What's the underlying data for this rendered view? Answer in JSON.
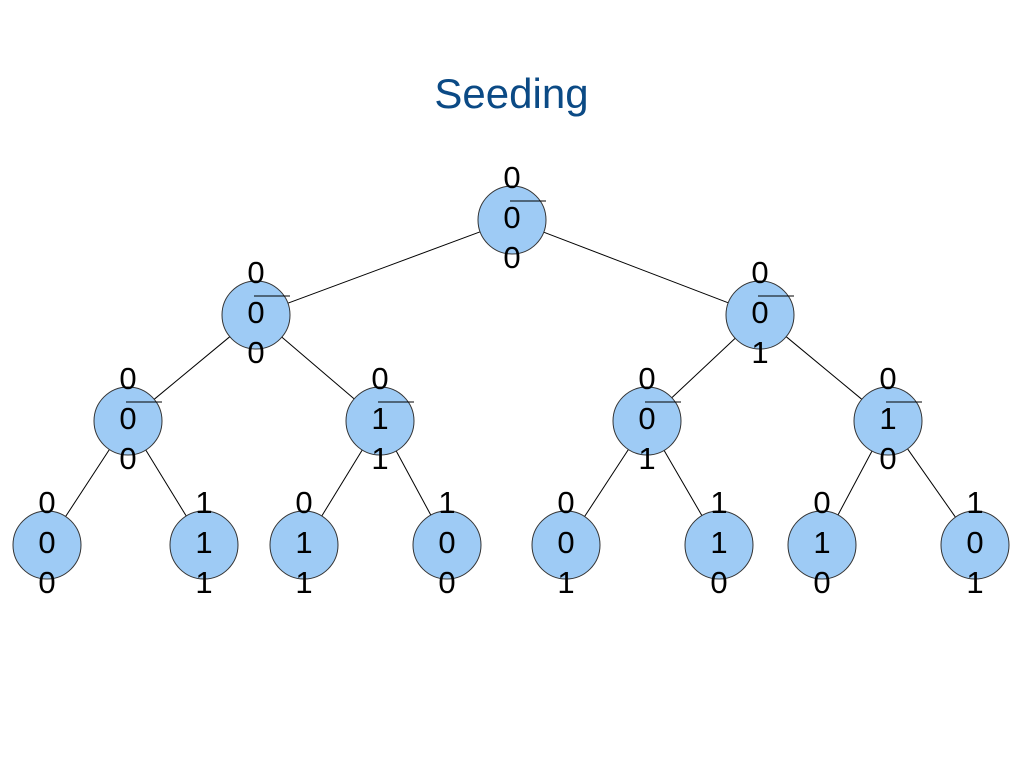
{
  "title": "Seeding",
  "colors": {
    "title": "#0b4a85",
    "node_fill": "#9ecbf5",
    "node_stroke": "#333333",
    "edge": "#000000"
  },
  "tree": {
    "nodes": [
      {
        "id": "root",
        "digits": [
          "0",
          "0",
          "0"
        ],
        "overbar": true
      },
      {
        "id": "l1-left",
        "digits": [
          "0",
          "0",
          "0"
        ],
        "overbar": true
      },
      {
        "id": "l1-right",
        "digits": [
          "0",
          "0",
          "1"
        ],
        "overbar": true
      },
      {
        "id": "l2-1",
        "digits": [
          "0",
          "0",
          "0"
        ],
        "overbar": true
      },
      {
        "id": "l2-2",
        "digits": [
          "0",
          "1",
          "1"
        ],
        "overbar": true
      },
      {
        "id": "l2-3",
        "digits": [
          "0",
          "0",
          "1"
        ],
        "overbar": true
      },
      {
        "id": "l2-4",
        "digits": [
          "0",
          "1",
          "0"
        ],
        "overbar": true
      },
      {
        "id": "l3-1",
        "digits": [
          "0",
          "0",
          "0"
        ],
        "overbar": false
      },
      {
        "id": "l3-2",
        "digits": [
          "1",
          "1",
          "1"
        ],
        "overbar": false
      },
      {
        "id": "l3-3",
        "digits": [
          "0",
          "1",
          "1"
        ],
        "overbar": false
      },
      {
        "id": "l3-4",
        "digits": [
          "1",
          "0",
          "0"
        ],
        "overbar": false
      },
      {
        "id": "l3-5",
        "digits": [
          "0",
          "0",
          "1"
        ],
        "overbar": false
      },
      {
        "id": "l3-6",
        "digits": [
          "1",
          "1",
          "0"
        ],
        "overbar": false
      },
      {
        "id": "l3-7",
        "digits": [
          "0",
          "1",
          "0"
        ],
        "overbar": false
      },
      {
        "id": "l3-8",
        "digits": [
          "1",
          "0",
          "1"
        ],
        "overbar": false
      }
    ],
    "edges": [
      [
        "root",
        "l1-left"
      ],
      [
        "root",
        "l1-right"
      ],
      [
        "l1-left",
        "l2-1"
      ],
      [
        "l1-left",
        "l2-2"
      ],
      [
        "l1-right",
        "l2-3"
      ],
      [
        "l1-right",
        "l2-4"
      ],
      [
        "l2-1",
        "l3-1"
      ],
      [
        "l2-1",
        "l3-2"
      ],
      [
        "l2-2",
        "l3-3"
      ],
      [
        "l2-2",
        "l3-4"
      ],
      [
        "l2-3",
        "l3-5"
      ],
      [
        "l2-3",
        "l3-6"
      ],
      [
        "l2-4",
        "l3-7"
      ],
      [
        "l2-4",
        "l3-8"
      ]
    ]
  }
}
